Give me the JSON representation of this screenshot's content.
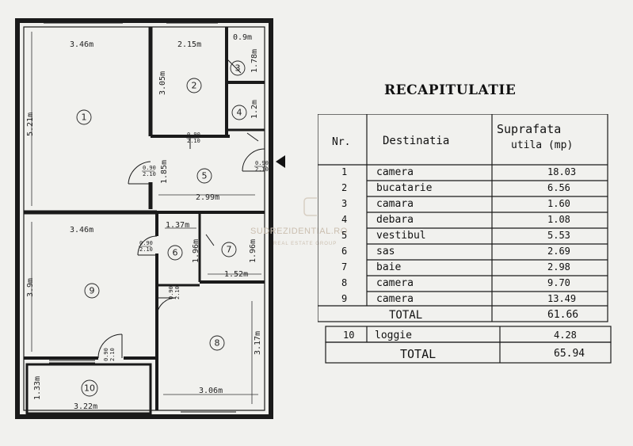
{
  "recap_title": "RECAPITULATIE",
  "table": {
    "header": {
      "nr": "Nr.",
      "dest": "Destinatia",
      "supr_line1": "Suprafata",
      "supr_line2": "utila (mp)"
    },
    "rows": [
      {
        "nr": "1",
        "dest": "camera",
        "val": "18.03"
      },
      {
        "nr": "2",
        "dest": "bucatarie",
        "val": "6.56"
      },
      {
        "nr": "3",
        "dest": "camara",
        "val": "1.60"
      },
      {
        "nr": "4",
        "dest": "debara",
        "val": "1.08"
      },
      {
        "nr": "5",
        "dest": "vestibul",
        "val": "5.53"
      },
      {
        "nr": "6",
        "dest": "sas",
        "val": "2.69"
      },
      {
        "nr": "7",
        "dest": "baie",
        "val": "2.98"
      },
      {
        "nr": "8",
        "dest": "camera",
        "val": "9.70"
      },
      {
        "nr": "9",
        "dest": "camera",
        "val": "13.49"
      }
    ],
    "subtotal": {
      "label": "TOTAL",
      "val": "61.66"
    },
    "loggia": {
      "nr": "10",
      "dest": "loggie",
      "val": "4.28"
    },
    "total": {
      "label": "TOTAL",
      "val": "65.94"
    }
  },
  "plan": {
    "rooms": [
      "1",
      "2",
      "3",
      "4",
      "5",
      "6",
      "7",
      "8",
      "9",
      "10"
    ],
    "dimensions": {
      "r1_w": "3.46m",
      "r1_h": "5.21m",
      "r2_w": "2.15m",
      "r2_h": "3.05m",
      "r3_w": "0.9m",
      "r3_h": "1.78m",
      "r4_h": "1.2m",
      "r5_w": "2.99m",
      "r5_h": "1.85m",
      "r6_w": "1.37m",
      "r6_h": "1.96m",
      "r7_w": "1.52m",
      "r7_h": "1.96m",
      "r8_w": "3.06m",
      "r8_h": "3.17m",
      "r9_w": "3.46m",
      "r9_h": "3.9m",
      "r10_w": "3.22m",
      "r10_h": "1.33m"
    },
    "doors": {
      "d1_top": "0.90",
      "d1_bot": "2.10"
    }
  },
  "watermark": {
    "name": "SUDREZIDENTIAL.RO",
    "sub": "REAL ESTATE GROUP"
  }
}
